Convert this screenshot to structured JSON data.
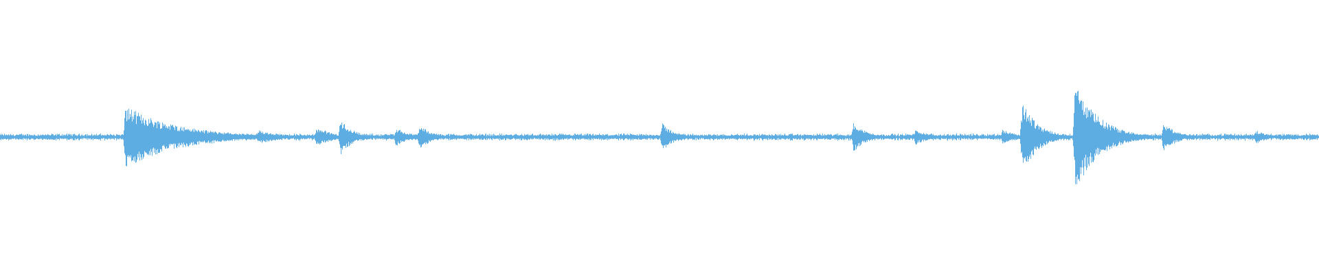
{
  "waveform": {
    "color": "#5dade2",
    "baseline_amplitude": 0.02,
    "events": [
      {
        "time": 0.095,
        "peak": 0.23,
        "decay": 0.04
      },
      {
        "time": 0.118,
        "peak": 0.13,
        "decay": 0.02
      },
      {
        "time": 0.135,
        "peak": 0.06,
        "decay": 0.02
      },
      {
        "time": 0.16,
        "peak": 0.05,
        "decay": 0.02
      },
      {
        "time": 0.196,
        "peak": 0.05,
        "decay": 0.02
      },
      {
        "time": 0.24,
        "peak": 0.07,
        "decay": 0.01
      },
      {
        "time": 0.246,
        "peak": 0.05,
        "decay": 0.01
      },
      {
        "time": 0.258,
        "peak": 0.13,
        "decay": 0.01
      },
      {
        "time": 0.3,
        "peak": 0.07,
        "decay": 0.01
      },
      {
        "time": 0.318,
        "peak": 0.09,
        "decay": 0.01
      },
      {
        "time": 0.502,
        "peak": 0.1,
        "decay": 0.01
      },
      {
        "time": 0.647,
        "peak": 0.11,
        "decay": 0.01
      },
      {
        "time": 0.694,
        "peak": 0.06,
        "decay": 0.01
      },
      {
        "time": 0.76,
        "peak": 0.06,
        "decay": 0.01
      },
      {
        "time": 0.775,
        "peak": 0.27,
        "decay": 0.012
      },
      {
        "time": 0.815,
        "peak": 0.4,
        "decay": 0.018
      },
      {
        "time": 0.882,
        "peak": 0.11,
        "decay": 0.01
      },
      {
        "time": 0.952,
        "peak": 0.05,
        "decay": 0.01
      }
    ]
  }
}
